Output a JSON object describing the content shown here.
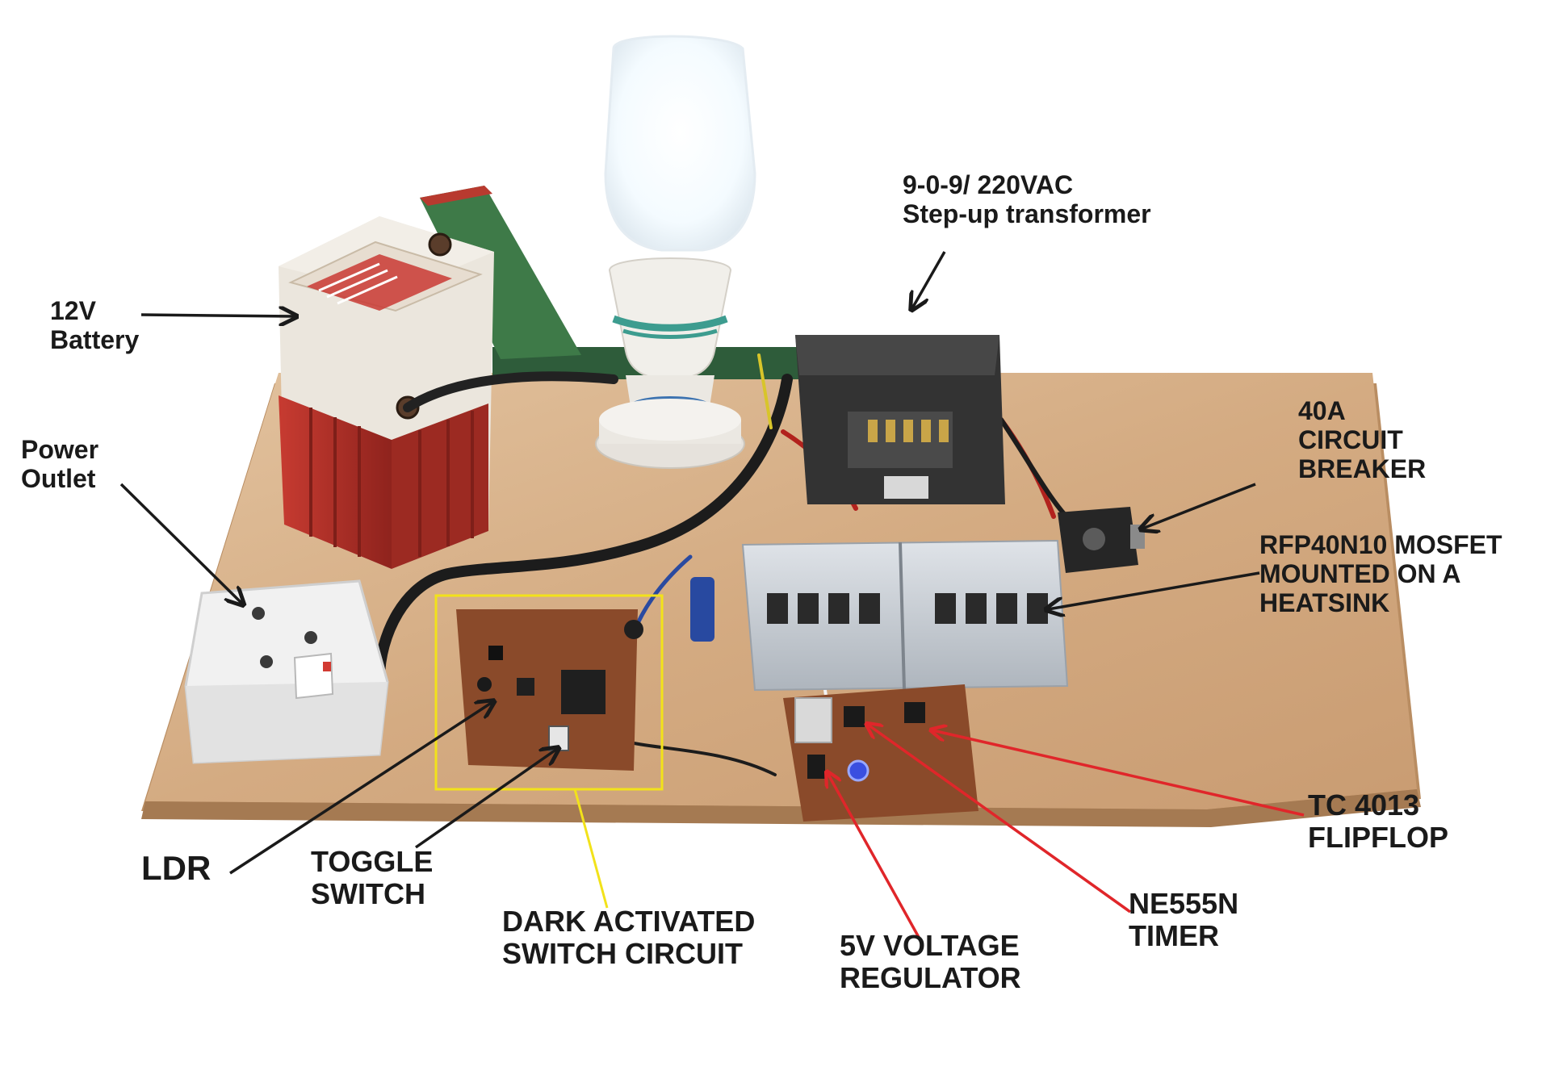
{
  "colors": {
    "annotation_black": "#1a1a1a",
    "annotation_red": "#e0262a",
    "highlight_yellow": "#f2e21a",
    "board_wood": "#d9b38c",
    "battery_red": "#b8312a",
    "pcb_brown": "#8a4a2a",
    "transformer_dark": "#3a3a3a",
    "heatsink_metal": "#c9ced4",
    "bulb_glow": "#ffffff"
  },
  "labels": {
    "battery": [
      "12V",
      "Battery"
    ],
    "transformer": [
      "9-0-9/ 220VAC",
      "Step-up transformer"
    ],
    "power_outlet": [
      "Power",
      "Outlet"
    ],
    "circuit_breaker": [
      "40A",
      "CIRCUIT",
      "BREAKER"
    ],
    "mosfet": [
      "RFP40N10 MOSFET",
      "MOUNTED ON A",
      "HEATSINK"
    ],
    "ldr": [
      "LDR"
    ],
    "toggle_switch": [
      "TOGGLE",
      "SWITCH"
    ],
    "dark_switch": [
      "DARK ACTIVATED",
      "SWITCH CIRCUIT"
    ],
    "voltage_regulator": [
      "5V VOLTAGE",
      "REGULATOR"
    ],
    "timer": [
      "NE555N",
      "TIMER"
    ],
    "flipflop": [
      "TC 4013",
      "FLIPFLOP"
    ]
  }
}
